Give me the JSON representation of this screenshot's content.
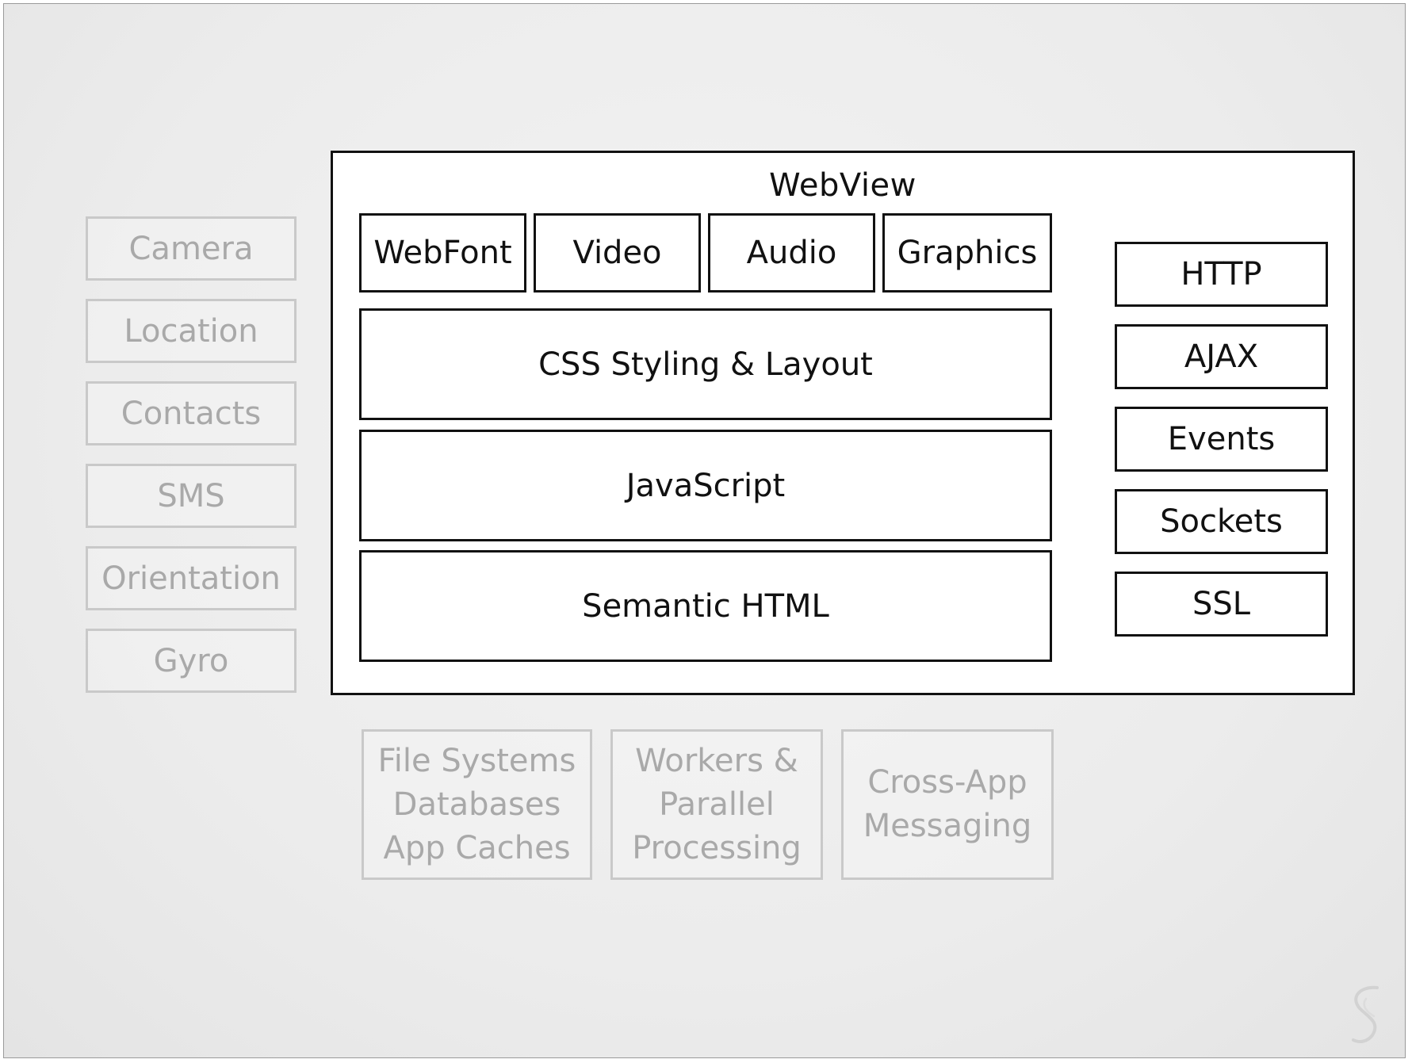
{
  "webview": {
    "title": "WebView",
    "top_row": [
      "WebFont",
      "Video",
      "Audio",
      "Graphics"
    ],
    "layers": [
      "CSS Styling & Layout",
      "JavaScript",
      "Semantic HTML"
    ],
    "network": [
      "HTTP",
      "AJAX",
      "Events",
      "Sockets",
      "SSL"
    ]
  },
  "device_apis": [
    "Camera",
    "Location",
    "Contacts",
    "SMS",
    "Orientation",
    "Gyro"
  ],
  "bottom_apis": [
    "File Systems\nDatabases\nApp Caches",
    "Workers &\nParallel\nProcessing",
    "Cross-App\nMessaging"
  ],
  "colors": {
    "active_border": "#111111",
    "inactive_border": "#c9c9c9",
    "inactive_text": "#a9a9a9",
    "background": "#ececec"
  },
  "icons": {
    "logo": "s-swirl-logo-icon"
  }
}
